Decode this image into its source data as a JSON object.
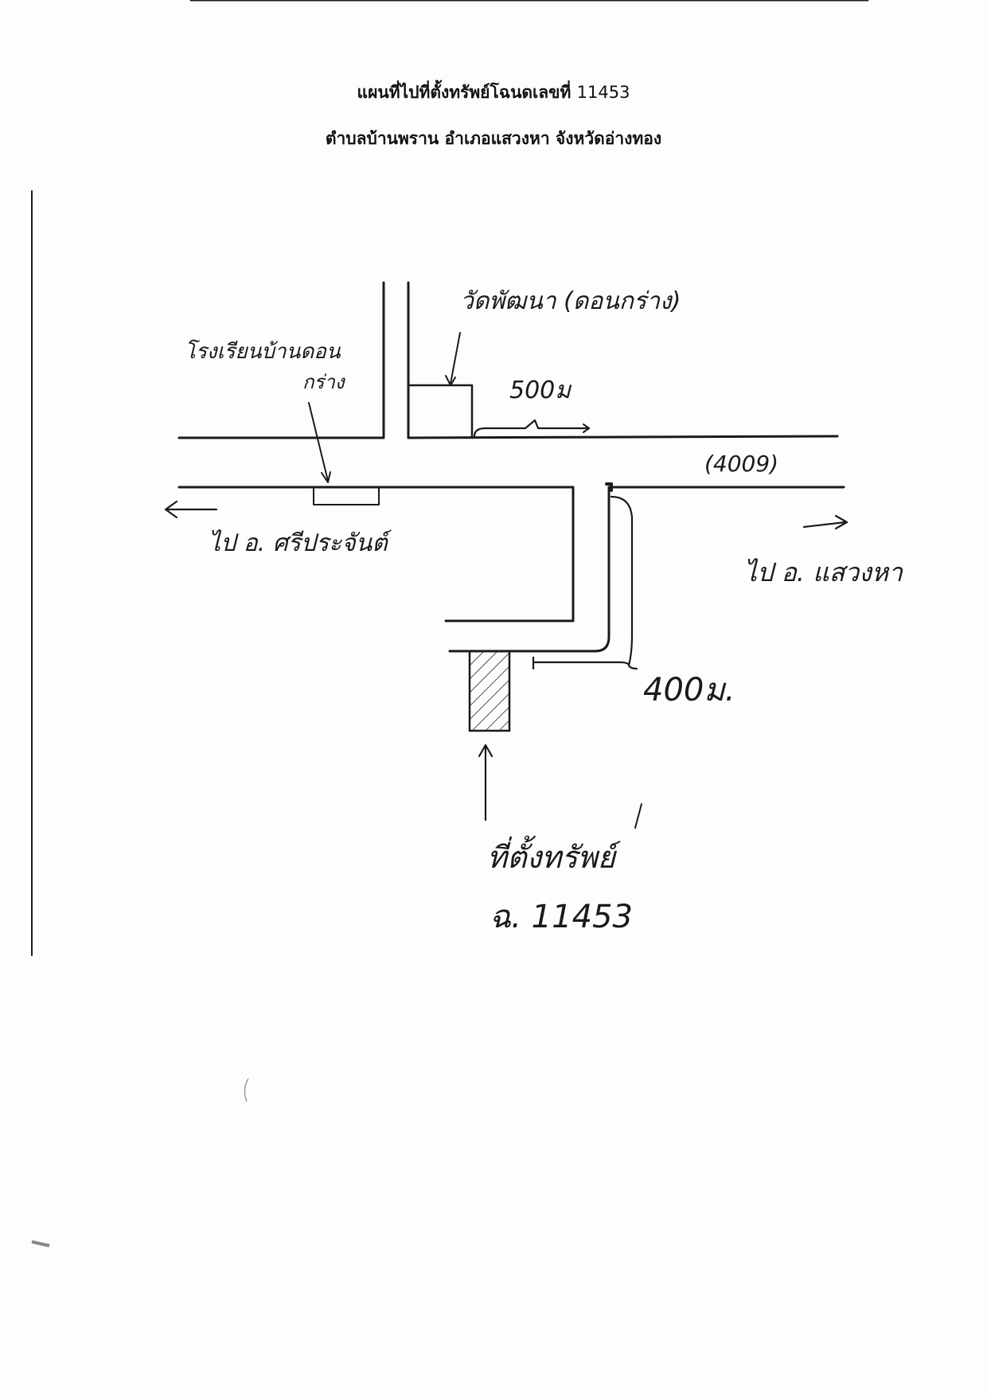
{
  "document": {
    "title_line1": "แผนที่ไปที่ตั้งทรัพย์โฉนดเลขที่",
    "title_deed_number": "11453",
    "title_line2": "ตำบลบ้านพราน  อำเภอแสวงหา  จังหวัดอ่างทอง"
  },
  "map": {
    "temple_label": "วัดพัฒนา (ดอนกร่าง)",
    "school_label_line1": "โรงเรียนบ้านดอน",
    "school_label_line2": "กร่าง",
    "distance_500": "500ม",
    "road_number": "(4009)",
    "to_left_label": "ไป อ. ศรีประจันต์",
    "to_right_label": "ไป อ. แสวงหา",
    "distance_400": "400ม.",
    "property_label_line1": "ที่ตั้งทรัพย์",
    "property_label_line2": "ฉ. 11453"
  }
}
